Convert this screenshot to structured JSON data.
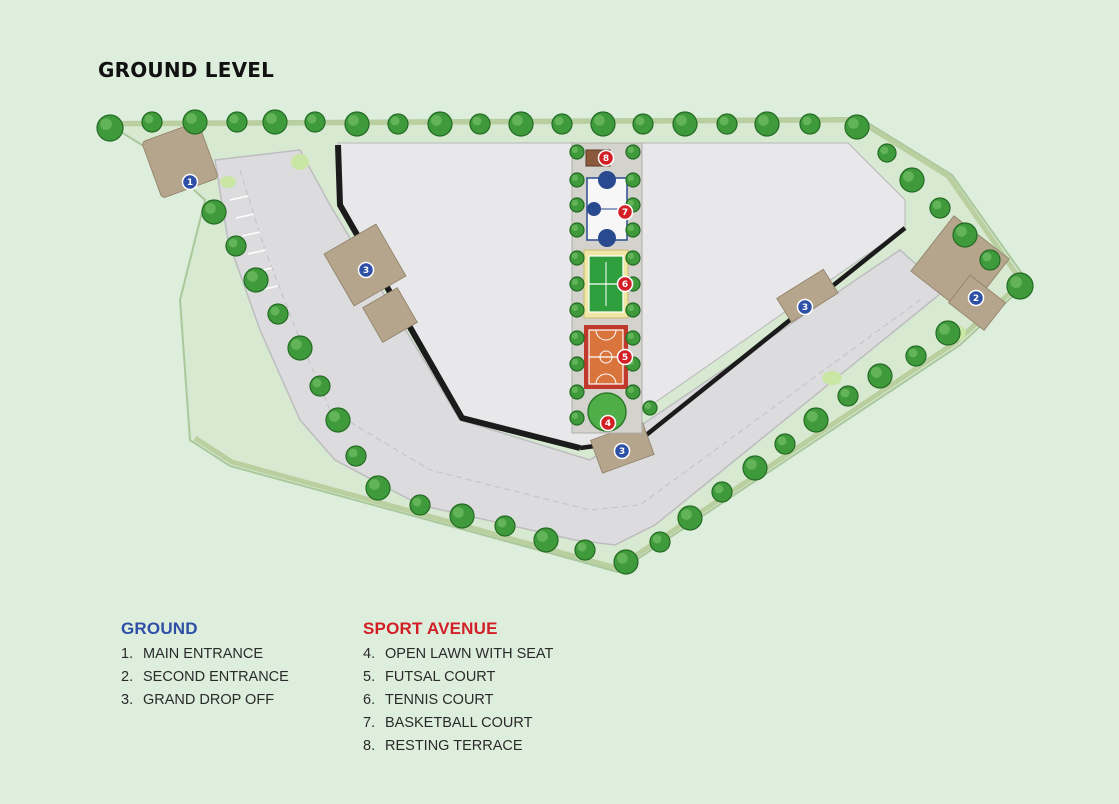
{
  "title": "GROUND LEVEL",
  "legend": {
    "ground": {
      "heading": "GROUND",
      "color": "#2e4fa6",
      "items": [
        {
          "num": "1.",
          "label": "MAIN ENTRANCE"
        },
        {
          "num": "2.",
          "label": "SECOND ENTRANCE"
        },
        {
          "num": "3.",
          "label": "GRAND DROP OFF"
        }
      ]
    },
    "sport": {
      "heading": "SPORT AVENUE",
      "color": "#d21f26",
      "items": [
        {
          "num": "4.",
          "label": "OPEN LAWN WITH SEAT"
        },
        {
          "num": "5.",
          "label": "FUTSAL COURT"
        },
        {
          "num": "6.",
          "label": "TENNIS COURT"
        },
        {
          "num": "7.",
          "label": "BASKETBALL COURT"
        },
        {
          "num": "8.",
          "label": "RESTING TERRACE"
        }
      ]
    }
  },
  "markers": [
    {
      "label": "1",
      "group": "ground"
    },
    {
      "label": "2",
      "group": "ground"
    },
    {
      "label": "3",
      "group": "ground"
    },
    {
      "label": "3",
      "group": "ground"
    },
    {
      "label": "3",
      "group": "ground"
    },
    {
      "label": "4",
      "group": "sport"
    },
    {
      "label": "5",
      "group": "sport"
    },
    {
      "label": "6",
      "group": "sport"
    },
    {
      "label": "7",
      "group": "sport"
    },
    {
      "label": "8",
      "group": "sport"
    }
  ],
  "colors": {
    "background": "#deeedd",
    "building": "#e8e8ea",
    "driveway": "#dcdcde",
    "tree": "#3f9a3c",
    "ground_marker": "#2e4fa6",
    "sport_marker": "#d21f26",
    "tennis": "#2f9f3e",
    "futsal": "#d9743c",
    "basketball": "#2a4a8f"
  }
}
